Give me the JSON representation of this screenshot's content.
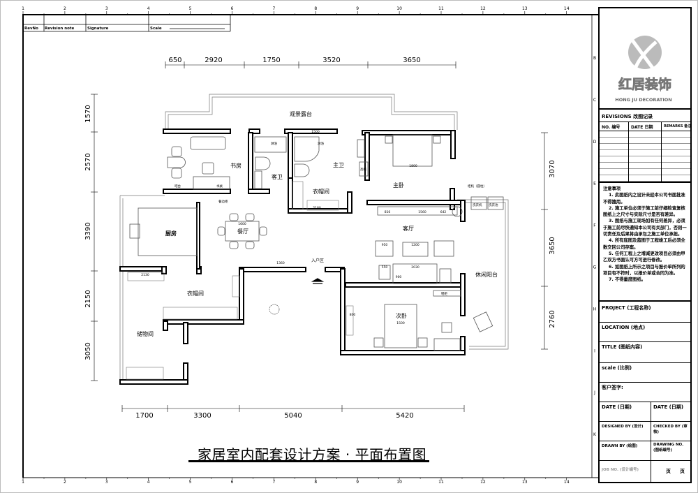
{
  "ruler": {
    "columns": [
      "1",
      "2",
      "3",
      "4",
      "5",
      "6",
      "7",
      "8",
      "9",
      "10",
      "11",
      "12",
      "13",
      "14"
    ],
    "rows": [
      "B",
      "C",
      "D",
      "E",
      "F",
      "G",
      "H",
      "I",
      "J",
      "K"
    ]
  },
  "revision_table": {
    "headers": [
      "RevNo",
      "Revision note",
      "Signature",
      "Scale"
    ]
  },
  "dimensions": {
    "top": [
      "650",
      "2920",
      "1750",
      "3520",
      "3650"
    ],
    "left": [
      "1570",
      "2570",
      "3390",
      "2150",
      "3050"
    ],
    "right": [
      "3070",
      "3650",
      "2760"
    ],
    "bottom": [
      "1700",
      "3300",
      "5040",
      "5420"
    ]
  },
  "rooms": {
    "terrace": "观景露台",
    "study": "书房",
    "guest_bath": "客卫",
    "master_bath": "主卫",
    "closet_upper": "衣帽间",
    "master_bedroom": "主卧",
    "kitchen": "厨房",
    "dining": "餐厅",
    "living": "客厅",
    "entry": "入户区",
    "closet_lower": "衣帽间",
    "leisure_balcony": "休闲阳台",
    "second_bedroom": "次卧",
    "storage": "储物间"
  },
  "fixtures": {
    "shower1": "淋浴",
    "shower2": "淋浴",
    "desk": "书桌",
    "bar": "吧台",
    "sideboard": "餐边柜",
    "tall_cabinet": "高柜",
    "washer": "洗衣机",
    "wash_basin": "洗衣池",
    "shoe_cabinet": "鞋柜",
    "ac": "柜机（圆柱）"
  },
  "furniture_dims": {
    "master_bed": "1800",
    "second_bed": "1500",
    "dining_table": "1600",
    "tv1": "816",
    "tv2": "1560",
    "tv3": "642",
    "chair": "950",
    "table": "1200",
    "side": "550",
    "sofa": "2030",
    "wardrobe": "2130",
    "shoe": "1360",
    "closet": "2180",
    "sofa_depth": "900",
    "wardrobe2": "800",
    "bath_w": "1500"
  },
  "drawing_title": "家居室内配套设计方案 · 平面布置图",
  "title_block": {
    "logo_text": "红居装饰",
    "logo_subtext": "HONG JU DECORATION",
    "revisions_title": "REVISIONS 改图记录",
    "revisions_headers": [
      "NO. 编号",
      "DATE 日期",
      "REMARKS 备注"
    ],
    "notes_title": "注意事项",
    "notes": [
      "1. 此图纸内之设计未经本公司书面批准不得擅用。",
      "2. 施工单位必须于施工前仔细检查复核图纸上之尺寸与实际尺寸是否有差异。",
      "3. 图纸与施工现场如有任何差异，必须于施工前尽快通知本公司有关部门，否则一切责任及后果将由承包之施工单位承担。",
      "4. 所有底图及蓝图于工程竣工后必须全数交回公司存案。",
      "5. 任何工程上之增减更改项目必须由甲乙双方书面认可方可进行修改。",
      "6. 如图纸上所示之项目与报价单所列的项目有不符时，以报价单或合同为准。",
      "7. 不得量度图纸。"
    ],
    "project": "PROJECT (工程名称)",
    "location": "LOCATION (地点)",
    "title": "TITLE (图纸内容)",
    "scale": "scale  (比例)",
    "client_sign": "客户签字:",
    "date_left": "DATE (日期)",
    "date_right": "DATE (日期)",
    "designed_by": "DESIGNED BY (设计)",
    "checked_by": "CHECKED BY (审核)",
    "drawn_by": "DRAWN BY (绘图)",
    "drawing_no": "DRAWING NO. (图纸编号)",
    "job_no": "JOB NO. (设计编号)",
    "page_a": "页",
    "page_b": "页"
  }
}
